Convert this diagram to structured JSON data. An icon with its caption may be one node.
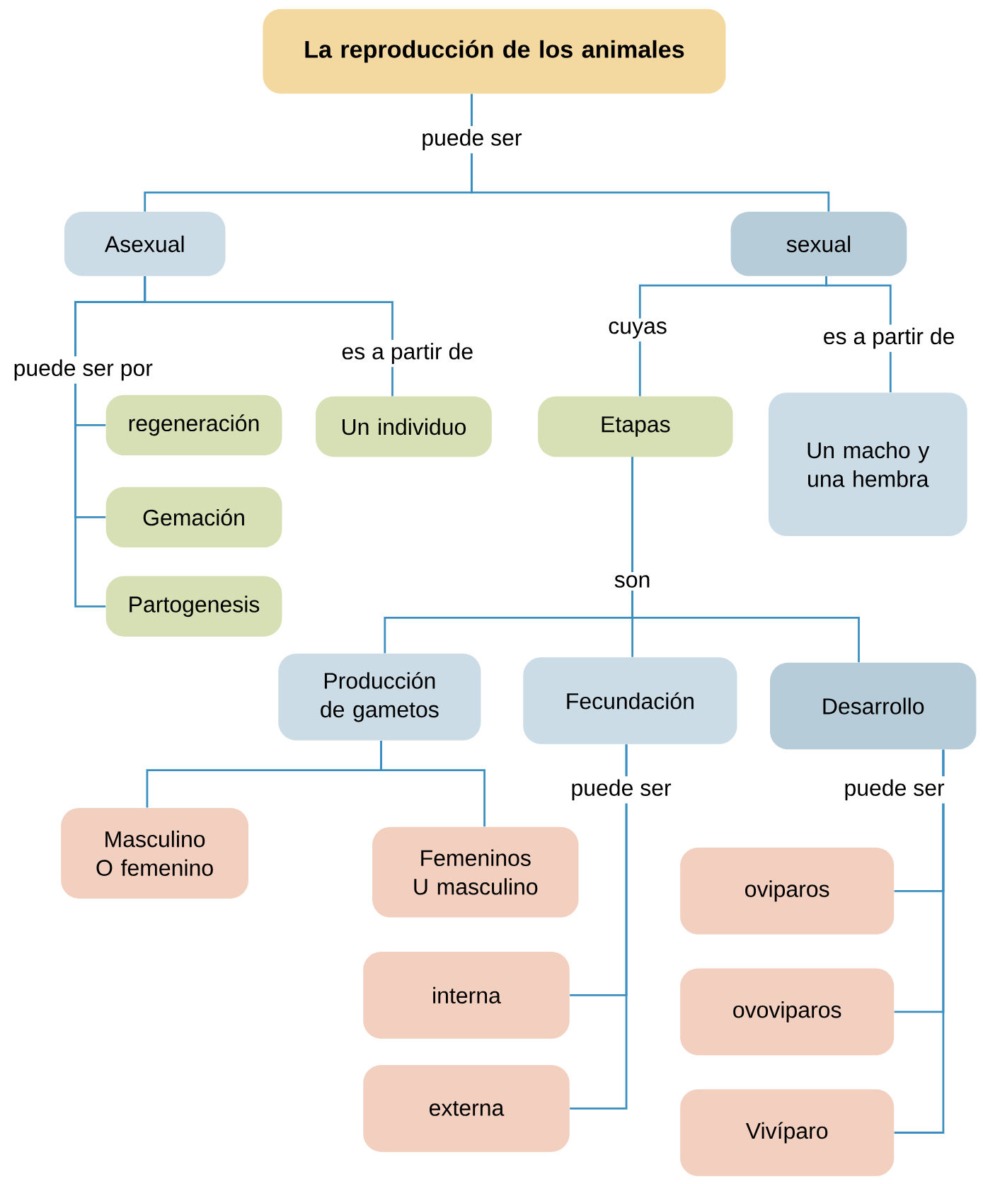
{
  "diagram": {
    "nodes": [
      {
        "text": [
          "La reproducción de los animales"
        ]
      },
      {
        "text": [
          "Asexual"
        ]
      },
      {
        "text": [
          "sexual"
        ]
      },
      {
        "text": [
          "regeneración"
        ]
      },
      {
        "text": [
          "Gemación"
        ]
      },
      {
        "text": [
          "Partogenesis"
        ]
      },
      {
        "text": [
          "Un individuo"
        ]
      },
      {
        "text": [
          "Etapas"
        ]
      },
      {
        "text": [
          "Un macho y una hembra"
        ]
      },
      {
        "text": [
          "Producción de gametos"
        ]
      },
      {
        "text": [
          "Fecundación"
        ]
      },
      {
        "text": [
          "Desarrollo"
        ]
      },
      {
        "text": [
          "Masculino O femenino"
        ]
      },
      {
        "text": [
          "Femeninos U masculino"
        ]
      },
      {
        "text": [
          "interna"
        ]
      },
      {
        "text": [
          "externa"
        ]
      },
      {
        "text": [
          "oviparos"
        ]
      },
      {
        "text": [
          "ovoviparos"
        ]
      },
      {
        "text": [
          "Vivíparo"
        ]
      }
    ],
    "edges": [
      {
        "from": 0,
        "to": 1,
        "arrow": "none",
        "label": "puede ser"
      },
      {
        "from": 0,
        "to": 2,
        "arrow": "none"
      },
      {
        "from": 1,
        "to": 3,
        "arrow": "none",
        "label": "puede ser por"
      },
      {
        "from": 1,
        "to": 4,
        "arrow": "none"
      },
      {
        "from": 1,
        "to": 5,
        "arrow": "none"
      },
      {
        "from": 1,
        "to": 6,
        "arrow": "none",
        "label": "es a partir de"
      },
      {
        "from": 2,
        "to": 7,
        "arrow": "none",
        "label": "cuyas"
      },
      {
        "from": 2,
        "to": 8,
        "arrow": "none",
        "label": "es a partir de"
      },
      {
        "from": 7,
        "to": 9,
        "arrow": "none",
        "label": "son"
      },
      {
        "from": 7,
        "to": 10,
        "arrow": "none"
      },
      {
        "from": 7,
        "to": 11,
        "arrow": "none"
      },
      {
        "from": 9,
        "to": 12,
        "arrow": "none"
      },
      {
        "from": 9,
        "to": 13,
        "arrow": "none"
      },
      {
        "from": 10,
        "to": 14,
        "arrow": "none",
        "label": "puede ser"
      },
      {
        "from": 10,
        "to": 15,
        "arrow": "none"
      },
      {
        "from": 11,
        "to": 16,
        "arrow": "none",
        "label": "puede ser"
      },
      {
        "from": 11,
        "to": 17,
        "arrow": "none"
      },
      {
        "from": 11,
        "to": 18,
        "arrow": "none"
      }
    ]
  }
}
